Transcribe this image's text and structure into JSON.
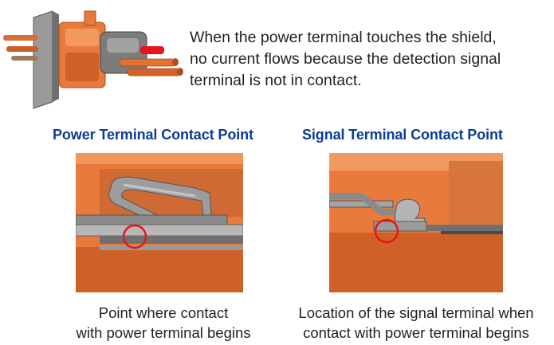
{
  "intro_lines": [
    "When the power terminal touches the shield,",
    "no current flows because the detection signal",
    "terminal is not in contact."
  ],
  "panels": [
    {
      "heading": "Power Terminal Contact Point",
      "caption_lines": [
        "Point where contact",
        "with power terminal begins"
      ]
    },
    {
      "heading": "Signal Terminal Contact Point",
      "caption_lines": [
        "Location of the signal terminal when",
        "contact with power terminal begins"
      ]
    }
  ],
  "colors": {
    "orange": "#e87a3c",
    "orange_dark": "#c9612a",
    "gray": "#8c8c8c",
    "gray_dark": "#5a5a5a",
    "highlight": "#e8141c",
    "heading_blue": "#0b3d91"
  }
}
